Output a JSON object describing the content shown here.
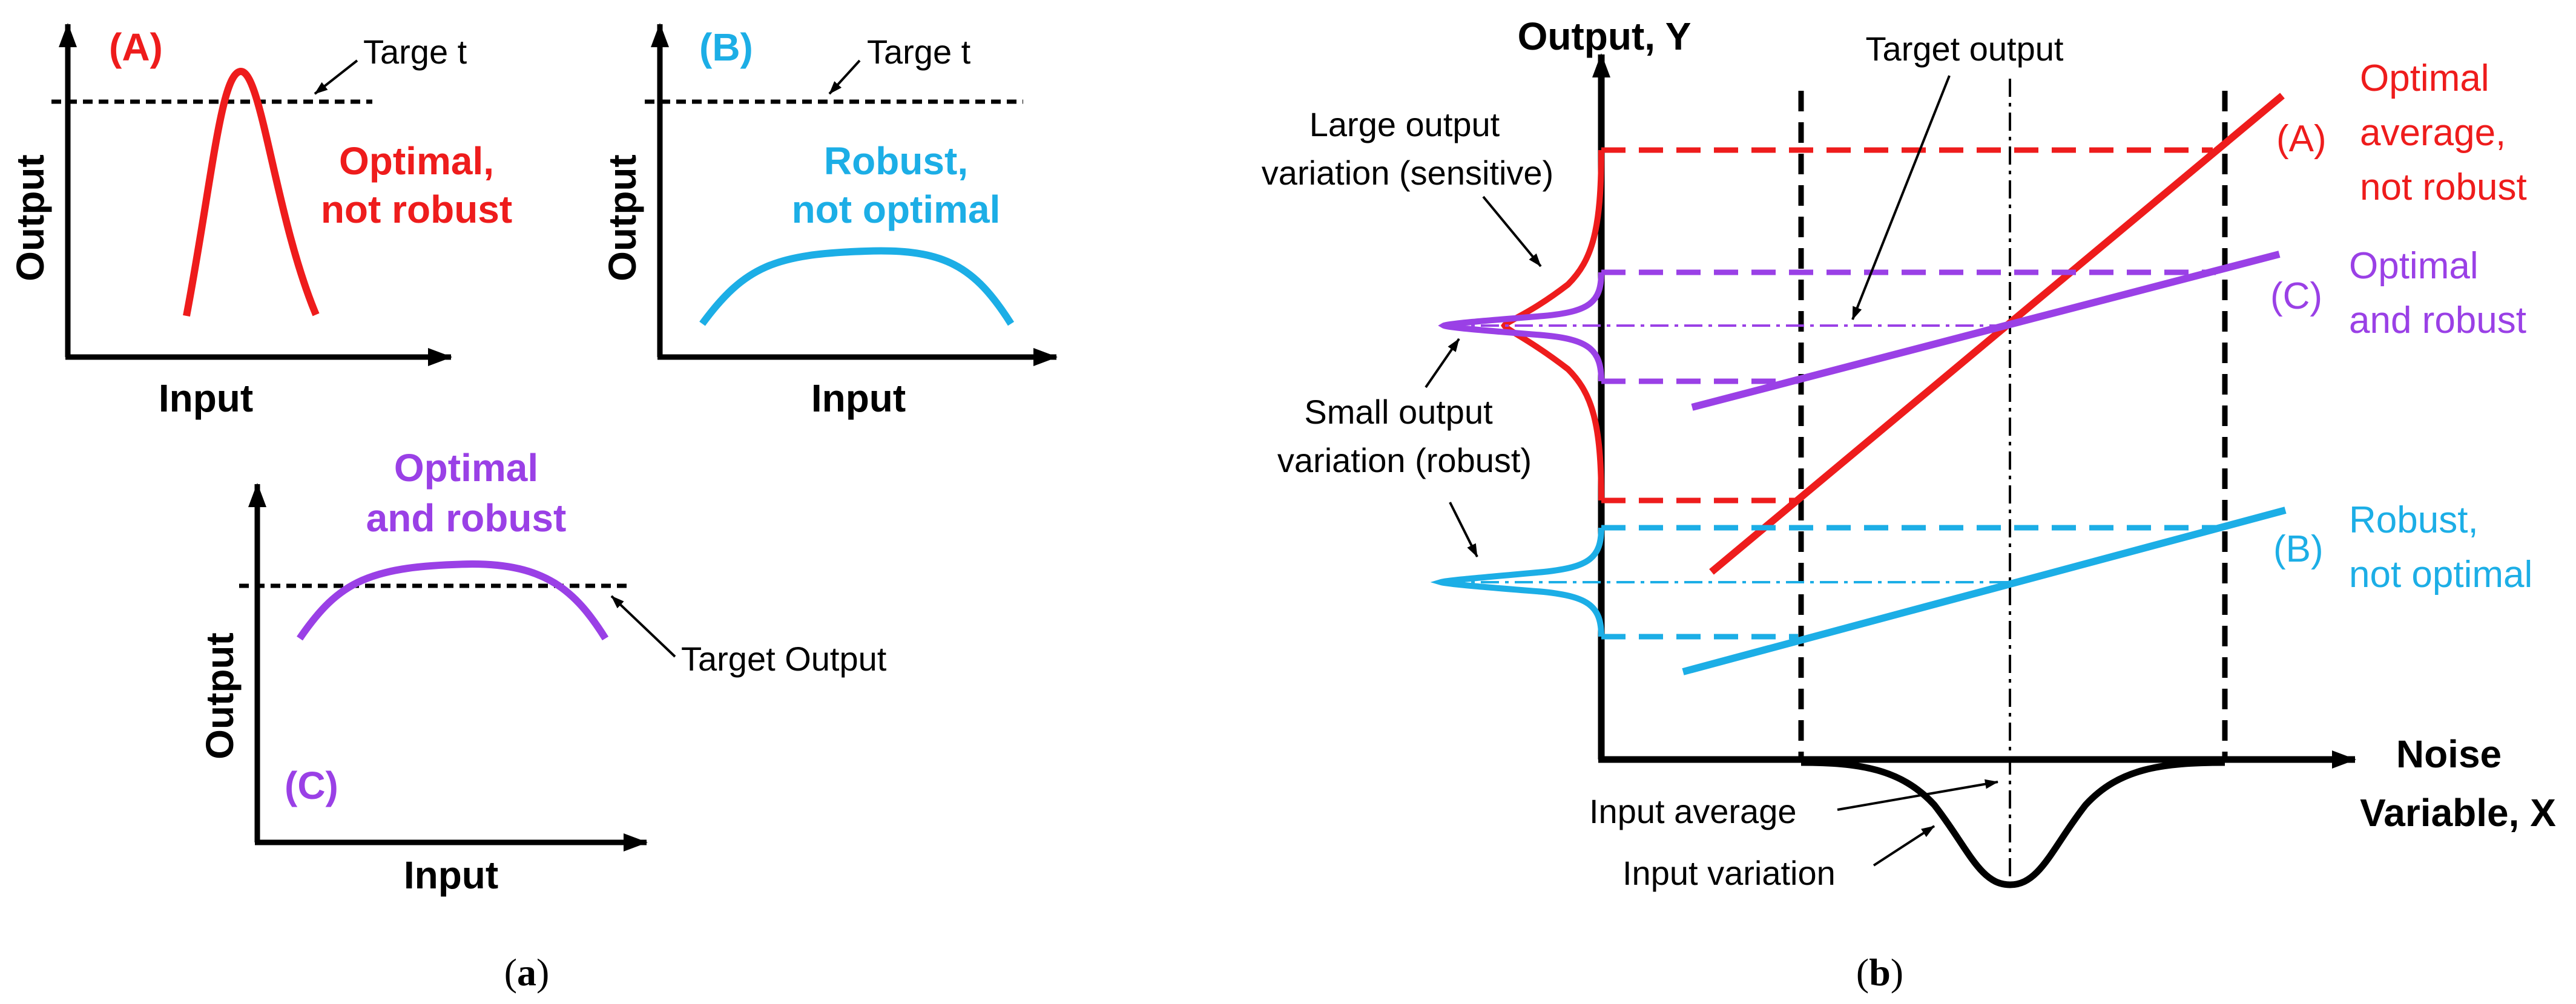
{
  "colors": {
    "A": "#ee1c1c",
    "B": "#1caee6",
    "C": "#9a40e6",
    "axis": "#000000"
  },
  "panel_a": {
    "caption_open": "(",
    "caption_letter": "a",
    "caption_close": ")",
    "plots": [
      {
        "tag": "(A)",
        "x_label": "Input",
        "y_label": "Output",
        "annotation": "Targe t",
        "description": [
          "Optimal,",
          "not robust"
        ]
      },
      {
        "tag": "(B)",
        "x_label": "Input",
        "y_label": "Output",
        "annotation": "Targe t",
        "description": [
          "Robust,",
          "not optimal"
        ]
      },
      {
        "tag": "(C)",
        "x_label": "Input",
        "y_label": "Output",
        "annotation": "Target  Output",
        "description": [
          "Optimal",
          "and robust"
        ]
      }
    ]
  },
  "panel_b": {
    "caption_open": "(",
    "caption_letter": "b",
    "caption_close": ")",
    "y_axis_label": "Output, Y",
    "x_axis_label": [
      "Noise",
      "Variable, X"
    ],
    "target_output": "Target output",
    "large_variation": [
      "Large output",
      "variation (sensitive)"
    ],
    "small_variation": [
      "Small output",
      "variation (robust)"
    ],
    "input_average": "Input average",
    "input_variation": "Input variation",
    "lines": [
      {
        "tag": "(A)",
        "text": [
          "Optimal",
          "average,",
          "not robust"
        ]
      },
      {
        "tag": "(C)",
        "text": [
          "Optimal",
          "and robust"
        ]
      },
      {
        "tag": "(B)",
        "text": [
          "Robust,",
          "not optimal"
        ]
      }
    ]
  }
}
